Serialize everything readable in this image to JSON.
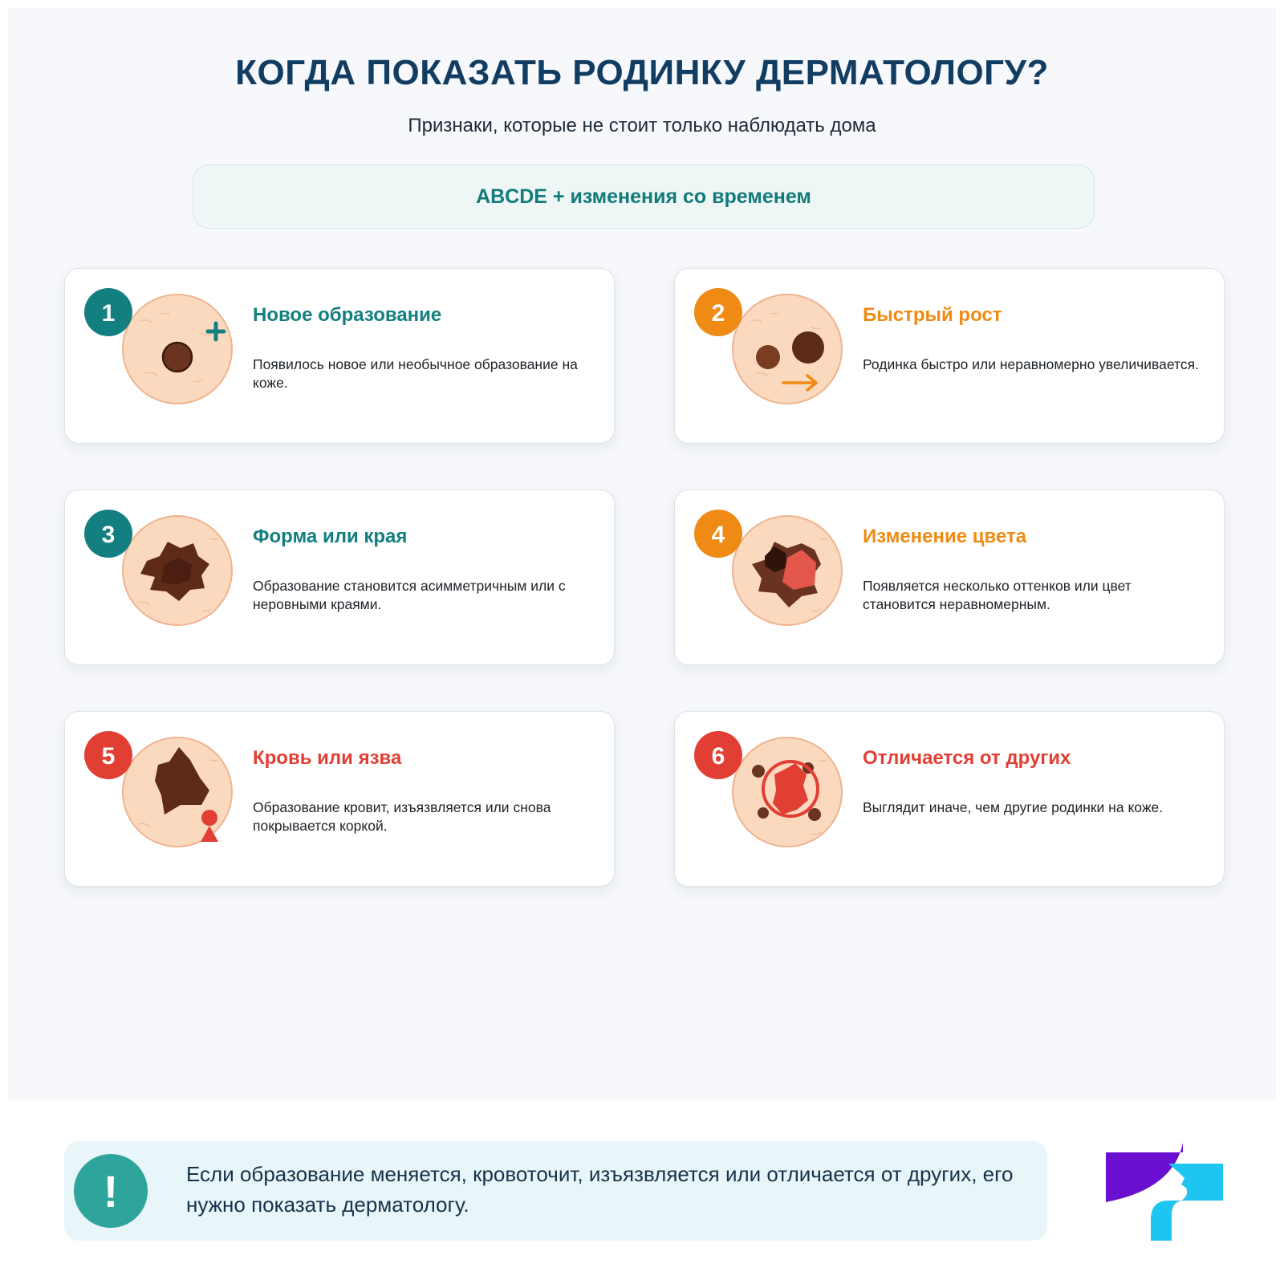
{
  "header": {
    "title": "КОГДА ПОКАЗАТЬ РОДИНКУ ДЕРМАТОЛОГУ?",
    "subtitle": "Признаки, которые не стоит только наблюдать дома",
    "banner": "ABCDE + изменения со временем"
  },
  "cards": [
    {
      "number": "1",
      "title": "Новое образование",
      "description": "Появилось новое или необычное образование на коже.",
      "accent": "#137f80",
      "icon": "new-mole-icon"
    },
    {
      "number": "2",
      "title": "Быстрый рост",
      "description": "Родинка быстро или неравномерно увеличивается.",
      "accent": "#ef8b14",
      "icon": "growth-icon"
    },
    {
      "number": "3",
      "title": "Форма или края",
      "description": "Образование становится асимметричным или с неровными краями.",
      "accent": "#137f80",
      "icon": "irregular-border-icon"
    },
    {
      "number": "4",
      "title": "Изменение цвета",
      "description": "Появляется несколько оттенков или цвет становится неравномерным.",
      "accent": "#ef8b14",
      "icon": "color-change-icon"
    },
    {
      "number": "5",
      "title": "Кровь или язва",
      "description": "Образование кровит, изъязвляется или снова покрывается коркой.",
      "accent": "#e23f34",
      "icon": "bleeding-icon"
    },
    {
      "number": "6",
      "title": "Отличается от других",
      "description": "Выглядит иначе, чем другие родинки на коже.",
      "accent": "#e23f34",
      "icon": "ugly-duckling-icon"
    }
  ],
  "callout": {
    "symbol": "!",
    "text": "Если образование меняется, кровоточит, изъязвляется или отличается от других, его нужно показать дерматологу."
  },
  "colors": {
    "title": "#123d63",
    "teal": "#137f80",
    "orange": "#ef8b14",
    "red": "#e23f34",
    "skin": "#fbd9bf",
    "mole": "#6b3420"
  }
}
